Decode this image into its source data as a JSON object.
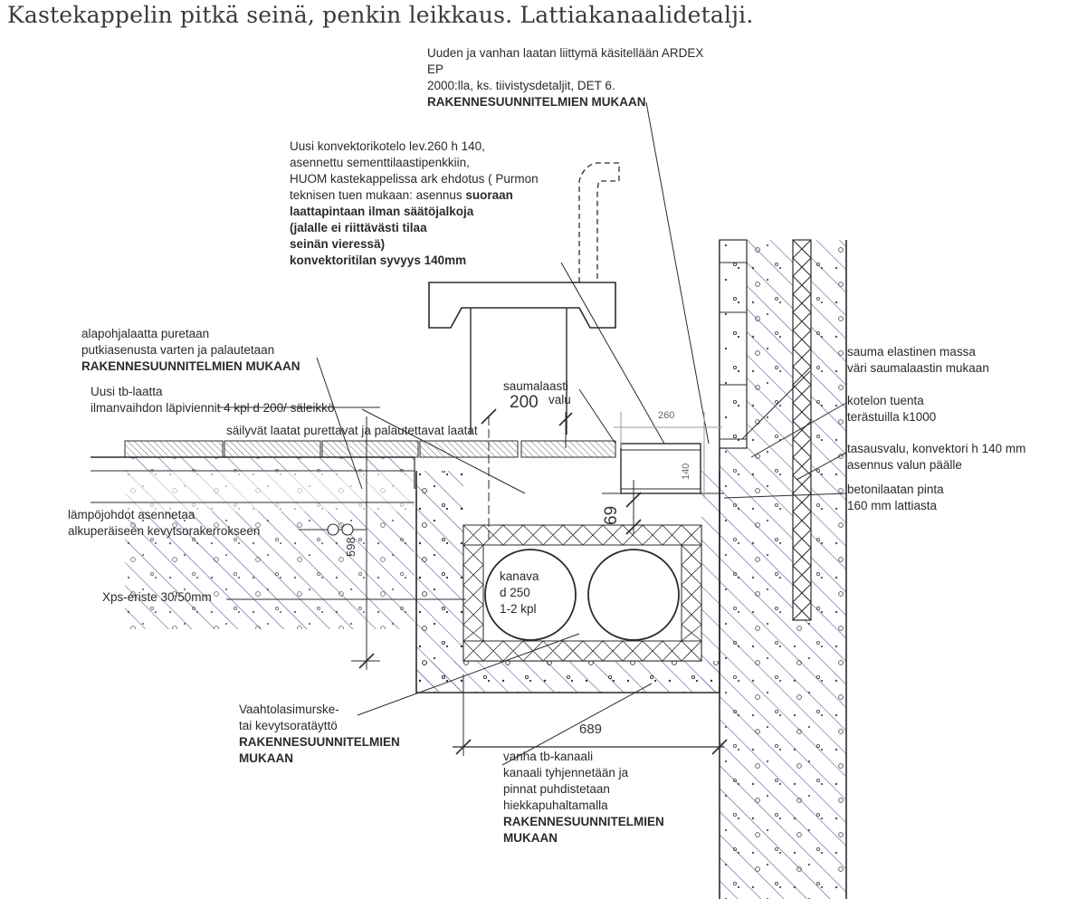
{
  "title": "Kastekappelin pitkä seinä, penkin leikkaus. Lattiakanaalidetalji.",
  "notes": {
    "tile_joint": {
      "line1": "Uuden ja vanhan laatan liittymä käsitellään ARDEX",
      "line2": "EP",
      "line3": "2000:lla, ks. tiivistysdetaljit, DET 6.",
      "line4": "RAKENNESUUNNITELMIEN MUKAAN"
    },
    "convector": {
      "line1": "Uusi konvektorikotelo lev.260  h 140,",
      "line2": "asennettu sementtilaastipenkkiin,",
      "line3": "HUOM kastekappelissa ark ehdotus ( Purmon",
      "line4a": "teknisen tuen mukaan: asennus ",
      "line4b": "suoraan",
      "line5": "laattapintaan ilman säätöjalkoja",
      "line6": "(jalalle ei riittävästi tilaa",
      "line7": "seinän vieressä)",
      "line8": "konvektoritilan syvyys 140mm"
    },
    "base_slab": {
      "line1": "alapohjalaatta puretaan",
      "line2": "putkiasenusta varten ja palautetaan",
      "line3": "RAKENNESUUNNITELMIEN MUKAAN"
    },
    "new_slab": {
      "line1": "Uusi tb-laatta",
      "line2": "ilmanvaihdon läpiviennit 4 kpl d 200/ säleikkö"
    },
    "tiles": "säilyvät laatat   purettavat ja palautettavat laatat",
    "mortar": "saumalaasti",
    "mortar_value": "200",
    "mortar_unit": "valu",
    "sealant": {
      "line1": "sauma elastinen massa",
      "line2": "väri saumalaastin mukaan"
    },
    "casing_support": {
      "line1": "kotelon tuenta",
      "line2": "terästuilla k1000"
    },
    "leveling": {
      "line1": "tasausvalu, konvektori  h 140 mm",
      "line2": "asennus valun päälle"
    },
    "concrete_surface": {
      "line1": "betonilaatan pinta",
      "line2": "160 mm lattiasta"
    },
    "heating_cables": {
      "line1": "lämpöjohdot asennetaa",
      "line2": "alkuperäiseen  kevytsorakerrokseen"
    },
    "xps": "Xps-eriste 30/50mm",
    "duct": {
      "line1": "kanava",
      "line2": "d 250",
      "line3": "1-2 kpl"
    },
    "foam_glass": {
      "line1": "Vaahtolasimurske-",
      "line2": "tai kevytsoratäyttö",
      "line3": "RAKENNESUUNNITELMIEN",
      "line4": "MUKAAN"
    },
    "old_channel": {
      "line1": "vanha tb-kanaali",
      "line2": "kanaali tyhjennetään ja",
      "line3": "pinnat puhdistetaan",
      "line4": "hiekkapuhaltamalla",
      "line5": "RAKENNESUUNNITELMIEN",
      "line6": "MUKAAN"
    }
  },
  "dimensions": {
    "width_260": "260",
    "height_140": "140",
    "depth_69": "69",
    "depth_598": "598",
    "channel_width_689": "689"
  },
  "colors": {
    "line": "#2b2b2b",
    "hatch": "#7b5ea7",
    "dim_line": "#9a9a9a"
  }
}
